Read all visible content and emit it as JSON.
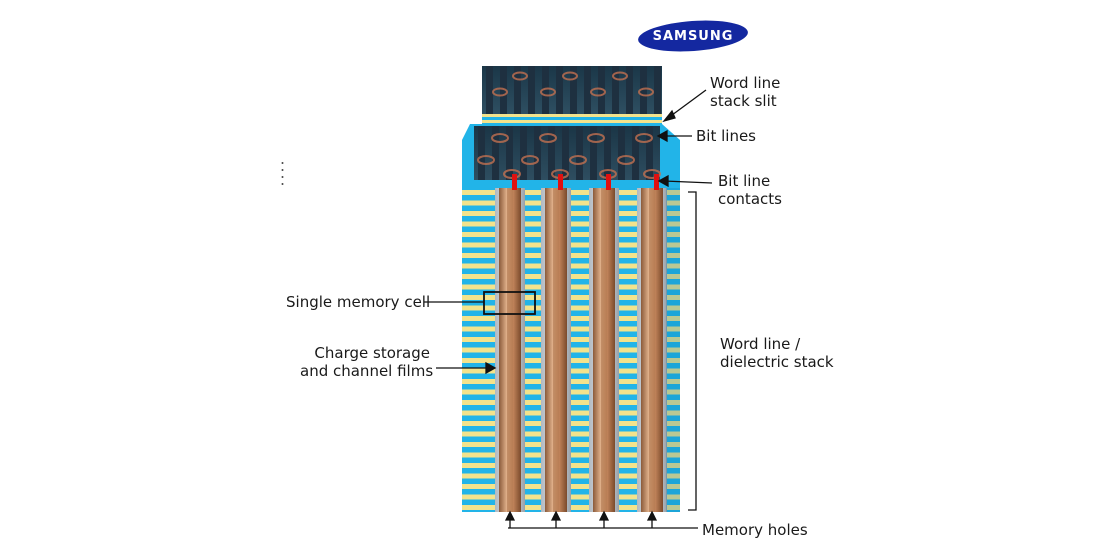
{
  "logo": {
    "text": "SAMSUNG",
    "color": "#1428a0"
  },
  "labels": {
    "word_line_stack_slit": [
      "Word line",
      "stack slit"
    ],
    "bit_lines": "Bit lines",
    "bit_line_contacts": [
      "Bit line",
      "contacts"
    ],
    "single_memory_cell": "Single memory cell",
    "charge_storage": [
      "Charge storage",
      "and channel films"
    ],
    "word_line_dielectric": [
      "Word line /",
      "dielectric stack"
    ],
    "memory_holes": "Memory holes"
  },
  "colors": {
    "layer_blue": "#22b4e8",
    "layer_yellow": "#f3e38c",
    "channel_copper": "#c98a5f",
    "contact_red": "#e01010",
    "bitline_dark": "#1e3040"
  }
}
